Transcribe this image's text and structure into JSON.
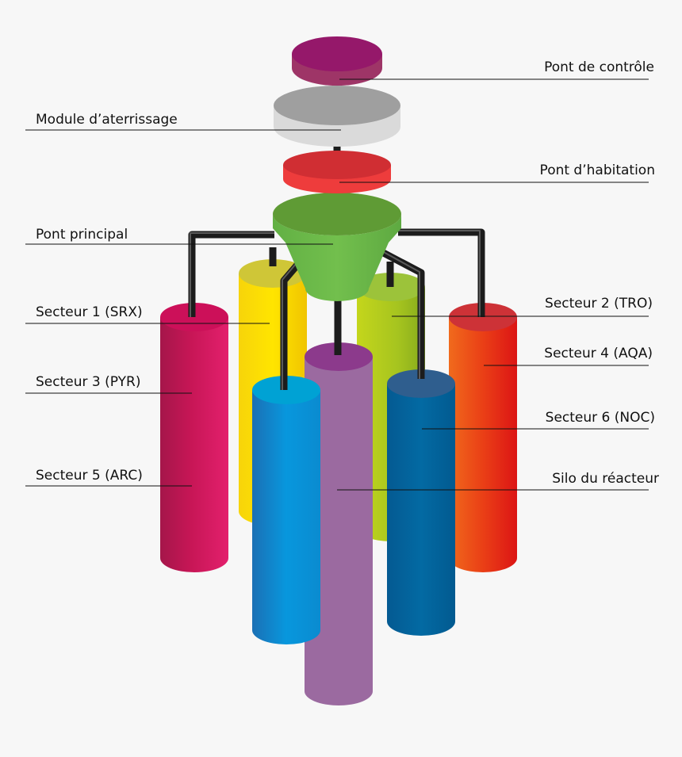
{
  "labels": {
    "pont_controle": "Pont de contrôle",
    "module_aterrissage": "Module d’aterrissage",
    "pont_habitation": "Pont d’habitation",
    "pont_principal": "Pont principal",
    "secteur_1": "Secteur 1 (SRX)",
    "secteur_2": "Secteur 2 (TRO)",
    "secteur_3": "Secteur 3 (PYR)",
    "secteur_4": "Secteur 4 (AQA)",
    "secteur_5": "Secteur 5 (ARC)",
    "secteur_6": "Secteur 6 (NOC)",
    "silo_reacteur": "Silo du réacteur"
  },
  "colors": {
    "background": "#f7f7f7",
    "pont_controle": "#9a1a5e",
    "module_aterrissage": "#a9a9a9",
    "pont_habitation": "#d93636",
    "pont_principal": "#6ab545",
    "secteur_1_srx": "#d91d63",
    "secteur_2_tro": "#e8441c",
    "secteur_3_pyr": "#f2cf0e",
    "secteur_4_aqa": "#a6c41f",
    "secteur_5_arc": "#d91d63",
    "secteur_6_noc": "#0a6ea8",
    "reacteur": "#9b6aa0",
    "blue_cylinder": "#1d95d6",
    "pipes": "#1c1c1c"
  }
}
